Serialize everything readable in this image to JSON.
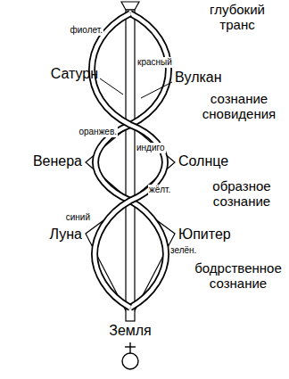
{
  "diagram": {
    "labels": [
      "глубокий транс",
      "фиолет.",
      "красный",
      "Сатурн",
      "Вулкан",
      "сознание сновидения",
      "оранжев.",
      "Венера",
      "Солнце",
      "индиго",
      "образное сознание",
      "жёлт.",
      "синий",
      "Луна",
      "Юпитер",
      "зелён.",
      "бодрственное сознание",
      "Земля"
    ]
  }
}
